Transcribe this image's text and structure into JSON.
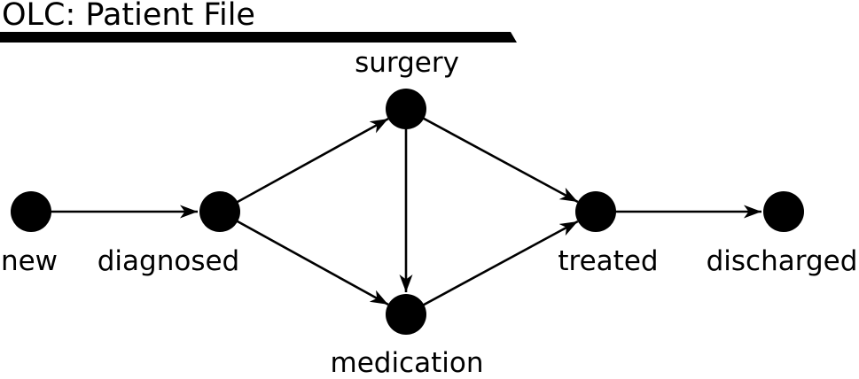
{
  "title": "OLC: Patient File",
  "diagram": {
    "kind": "object-life-cycle-state-diagram",
    "states": [
      {
        "id": "new",
        "label": "new"
      },
      {
        "id": "diagnosed",
        "label": "diagnosed"
      },
      {
        "id": "surgery",
        "label": "surgery"
      },
      {
        "id": "medication",
        "label": "medication"
      },
      {
        "id": "treated",
        "label": "treated"
      },
      {
        "id": "discharged",
        "label": "discharged"
      }
    ],
    "transitions": [
      {
        "from": "new",
        "to": "diagnosed"
      },
      {
        "from": "diagnosed",
        "to": "surgery"
      },
      {
        "from": "diagnosed",
        "to": "medication"
      },
      {
        "from": "surgery",
        "to": "medication"
      },
      {
        "from": "surgery",
        "to": "treated"
      },
      {
        "from": "medication",
        "to": "treated"
      },
      {
        "from": "treated",
        "to": "discharged"
      }
    ],
    "colors": {
      "ink": "#000000",
      "background": "#ffffff"
    }
  }
}
